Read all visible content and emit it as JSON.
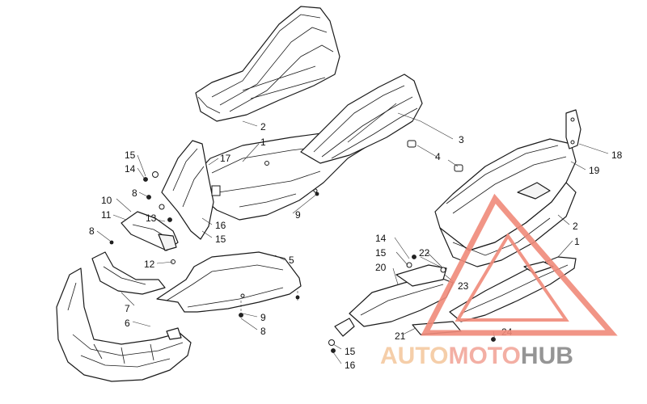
{
  "callouts": [
    {
      "id": "c2a",
      "text": "2"
    },
    {
      "id": "c1a",
      "text": "1"
    },
    {
      "id": "c3",
      "text": "3"
    },
    {
      "id": "c4",
      "text": "4"
    },
    {
      "id": "c17",
      "text": "17"
    },
    {
      "id": "c15a",
      "text": "15"
    },
    {
      "id": "c14a",
      "text": "14"
    },
    {
      "id": "c8a",
      "text": "8"
    },
    {
      "id": "c10",
      "text": "10"
    },
    {
      "id": "c11",
      "text": "11"
    },
    {
      "id": "c13",
      "text": "13"
    },
    {
      "id": "c16a",
      "text": "16"
    },
    {
      "id": "c15b",
      "text": "15"
    },
    {
      "id": "c9a",
      "text": "9"
    },
    {
      "id": "c8b",
      "text": "8"
    },
    {
      "id": "c12",
      "text": "12"
    },
    {
      "id": "c7",
      "text": "7"
    },
    {
      "id": "c6",
      "text": "6"
    },
    {
      "id": "c5",
      "text": "5"
    },
    {
      "id": "c9b",
      "text": "9"
    },
    {
      "id": "c8c",
      "text": "8"
    },
    {
      "id": "c18",
      "text": "18"
    },
    {
      "id": "c19",
      "text": "19"
    },
    {
      "id": "c2b",
      "text": "2"
    },
    {
      "id": "c1b",
      "text": "1"
    },
    {
      "id": "c14b",
      "text": "14"
    },
    {
      "id": "c15c",
      "text": "15"
    },
    {
      "id": "c20",
      "text": "20"
    },
    {
      "id": "c22",
      "text": "22"
    },
    {
      "id": "c23",
      "text": "23"
    },
    {
      "id": "c21",
      "text": "21"
    },
    {
      "id": "c24",
      "text": "24"
    },
    {
      "id": "c15d",
      "text": "15"
    },
    {
      "id": "c16b",
      "text": "16"
    }
  ],
  "watermark": {
    "part1": "AUTO",
    "part2": "MOTO",
    "part3": "HUB",
    "color_primary": "#f2a79b",
    "color_mid": "#f5c9a0",
    "color_dark": "#8a8a8a",
    "triangle_color": "#f08a7a"
  }
}
